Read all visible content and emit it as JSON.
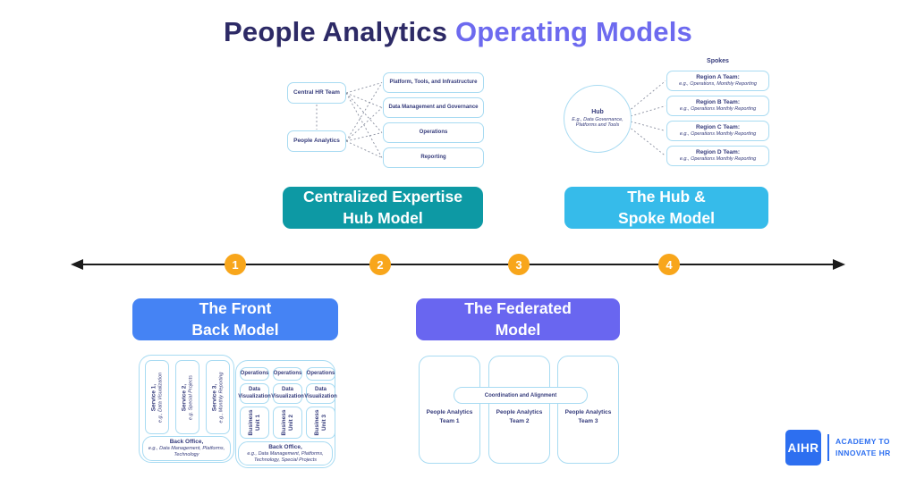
{
  "title": {
    "part1": "People Analytics ",
    "part2": "Operating Models"
  },
  "colors": {
    "title_navy": "#2D2A66",
    "title_purple": "#6D6AEF",
    "teal": "#0D99A4",
    "cyan": "#36BBEA",
    "blue": "#4583F4",
    "violet": "#6966F0",
    "orange": "#F8A61B",
    "box_border": "#A8DBF2",
    "diagram_text_navy": "#363C7C",
    "logo_blue": "#2D6FF0"
  },
  "timeline": {
    "markers": [
      "1",
      "2",
      "3",
      "4"
    ]
  },
  "centralized": {
    "label_line1": "Centralized Expertise",
    "label_line2": "Hub Model",
    "left_boxes": [
      "Central HR Team",
      "People Analytics"
    ],
    "right_boxes": [
      "Platform, Tools, and Infrastructure",
      "Data Management and Governance",
      "Operations",
      "Reporting"
    ]
  },
  "hub_spoke": {
    "label_line1": "The Hub &",
    "label_line2": "Spoke Model",
    "spokes_title": "Spokes",
    "hub_title": "Hub",
    "hub_subtitle": "E.g., Data Governance, Platforms and Tools",
    "spokes": [
      {
        "title": "Region A Team:",
        "subtitle": "e.g., Operations, Monthly Reporting"
      },
      {
        "title": "Region B Team:",
        "subtitle": "e.g., Operations Monthly Reporting"
      },
      {
        "title": "Region C Team:",
        "subtitle": "e.g., Operations Monthly Reporting"
      },
      {
        "title": "Region D Team:",
        "subtitle": "e.g., Operations Monthly Reporting"
      }
    ]
  },
  "front_back": {
    "label_line1": "The Front",
    "label_line2": "Back Model",
    "services": [
      {
        "title": "Service 1,",
        "subtitle": "e.g., Data Visualization"
      },
      {
        "title": "Service 2,",
        "subtitle": "e.g. Special Projects"
      },
      {
        "title": "Service 3,",
        "subtitle": "e.g., Monthly Reporting"
      }
    ],
    "back_office_left_title": "Back Office,",
    "back_office_left_subtitle": "e.g., Data Management, Platforms, Technology",
    "operations": [
      "Operations",
      "Operations",
      "Operations"
    ],
    "data_visualization": [
      "Data Visualization",
      "Data Visualization",
      "Data Visualization"
    ],
    "business_units": [
      "Business Unit 1",
      "Business Unit 2",
      "Business Unit 3"
    ],
    "back_office_right_title": "Back Office,",
    "back_office_right_subtitle": "e.g., Data Management, Platforms, Technology, Special Projects"
  },
  "federated": {
    "label_line1": "The Federated",
    "label_line2": "Model",
    "teams": [
      {
        "line1": "People Analytics",
        "line2": "Team 1"
      },
      {
        "line1": "People Analytics",
        "line2": "Team 2"
      },
      {
        "line1": "People Analytics",
        "line2": "Team 3"
      }
    ],
    "coordination": "Coordination and Alignment"
  },
  "logo": {
    "name": "AIHR",
    "line1": "ACADEMY TO",
    "line2": "INNOVATE HR"
  }
}
